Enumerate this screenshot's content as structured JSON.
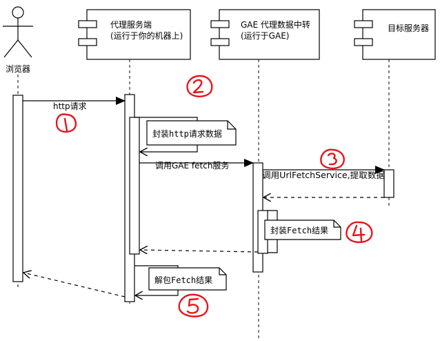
{
  "participants": {
    "browser": "浏览器",
    "proxy_line1": "代理服务端",
    "proxy_line2": "(运行于你的机器上)",
    "gae_line1": "GAE 代理数据中转",
    "gae_line2": "(运行于GAE)",
    "target": "目标服务器"
  },
  "messages": {
    "http_request": "http请求",
    "call_gae_fetch": "调用GAE fetch服务",
    "call_urlfetch": "调用UrlFetchService,提取数据"
  },
  "notes": {
    "wrap_http": "封装http请求数据",
    "wrap_fetch": "封装Fetch结果",
    "unwrap_fetch": "解包Fetch结果"
  },
  "step_marks": [
    "1",
    "2",
    "3",
    "4",
    "5"
  ],
  "colors": {
    "annotation": "#e8141a",
    "line": "#000000",
    "background": "#ffffff"
  }
}
